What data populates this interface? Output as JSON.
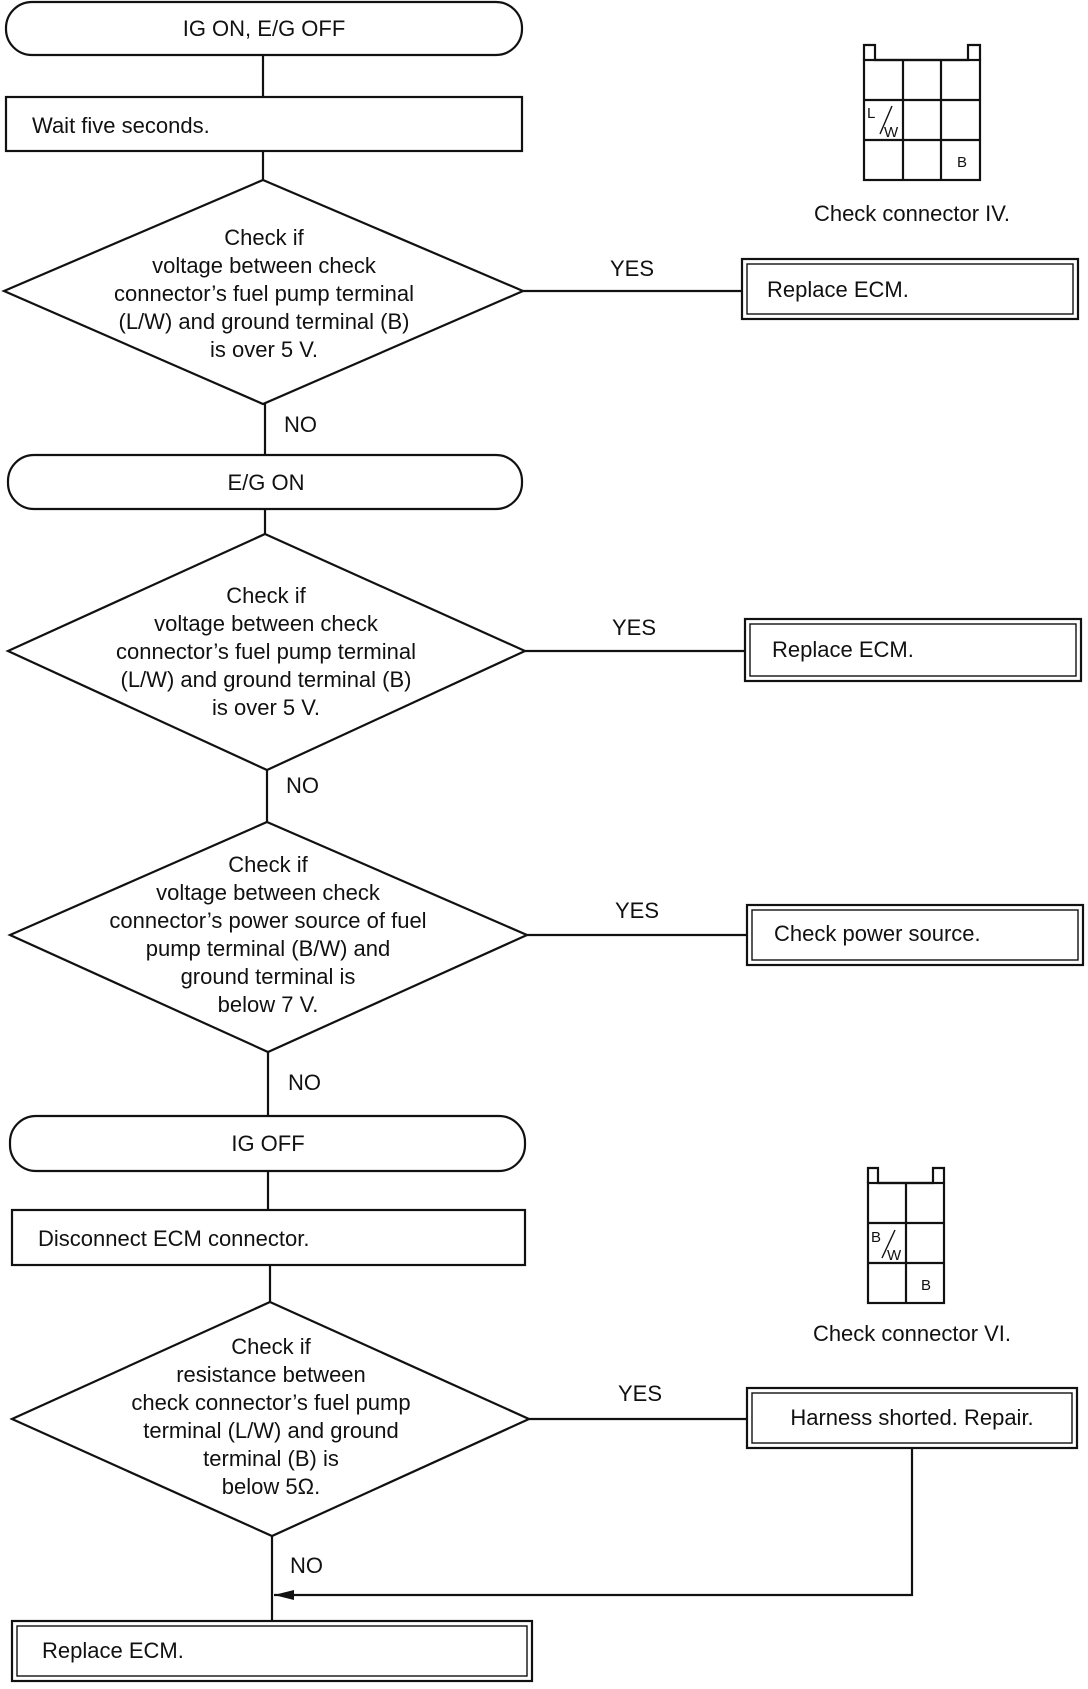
{
  "flow": {
    "start": "IG ON, E/G OFF",
    "wait": "Wait five seconds.",
    "d1": [
      "Check if",
      "voltage between check",
      "connector’s fuel pump terminal",
      "(L/W) and ground terminal (B)",
      "is over 5 V."
    ],
    "d1_yes": "YES",
    "d1_action": "Replace ECM.",
    "d1_no": "NO",
    "eg_on": "E/G ON",
    "d2": [
      "Check if",
      "voltage between check",
      "connector’s fuel pump terminal",
      "(L/W) and ground terminal (B)",
      "is over 5 V."
    ],
    "d2_yes": "YES",
    "d2_action": "Replace ECM.",
    "d2_no": "NO",
    "d3": [
      "Check if",
      "voltage between check",
      "connector’s power source of fuel",
      "pump terminal (B/W) and",
      "ground terminal is",
      "below 7 V."
    ],
    "d3_yes": "YES",
    "d3_action": "Check power source.",
    "d3_no": "NO",
    "ig_off": "IG OFF",
    "disconnect": "Disconnect ECM connector.",
    "d4": [
      "Check if",
      "resistance between",
      "check connector’s fuel pump",
      "terminal (L/W) and ground",
      "terminal (B) is",
      "below 5Ω."
    ],
    "d4_yes": "YES",
    "d4_action": "Harness shorted.  Repair.",
    "d4_no": "NO",
    "final": "Replace ECM."
  },
  "connectors": {
    "iv": {
      "caption": "Check connector IV.",
      "lw_top": "L",
      "lw_bottom": "W",
      "b": "B"
    },
    "vi": {
      "caption": "Check connector VI.",
      "bw_top": "B",
      "bw_bottom": "W",
      "b": "B"
    }
  }
}
